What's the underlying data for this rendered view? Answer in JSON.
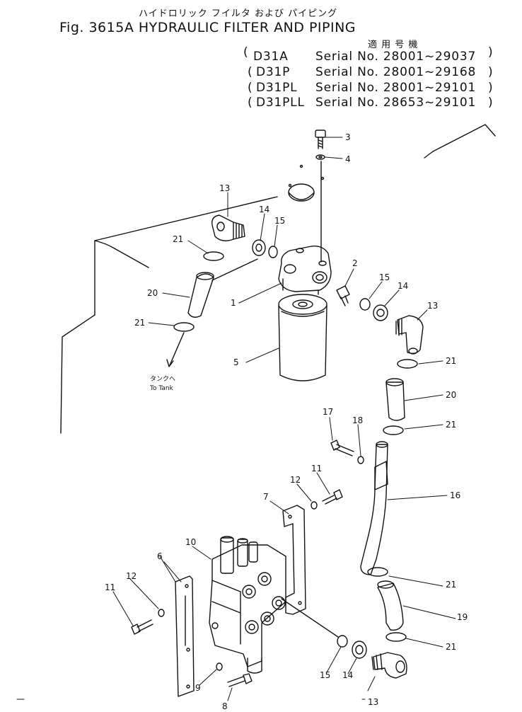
{
  "header": {
    "japanese_title": "ハイドロリック フイルタ および パイピング",
    "figure_title": "Fig. 3615A HYDRAULIC FILTER AND PIPING",
    "applicable_label": "適 用 号 機",
    "serials": [
      {
        "model": "D31A",
        "range": "Serial No. 28001~29037"
      },
      {
        "model": "D31P",
        "range": "Serial No. 28001~29168"
      },
      {
        "model": "D31PL",
        "range": "Serial No. 28001~29101"
      },
      {
        "model": "D31PLL",
        "range": "Serial No. 28653~29101"
      }
    ]
  },
  "diagram": {
    "to_tank_jp": "タンクへ",
    "to_tank_en": "To Tank",
    "callouts": [
      "1",
      "2",
      "3",
      "4",
      "5",
      "6",
      "7",
      "8",
      "9",
      "10",
      "11",
      "11",
      "12",
      "12",
      "13",
      "13",
      "13",
      "14",
      "14",
      "14",
      "15",
      "15",
      "15",
      "16",
      "17",
      "18",
      "19",
      "20",
      "20",
      "21",
      "21",
      "21",
      "21",
      "21",
      "21"
    ]
  }
}
